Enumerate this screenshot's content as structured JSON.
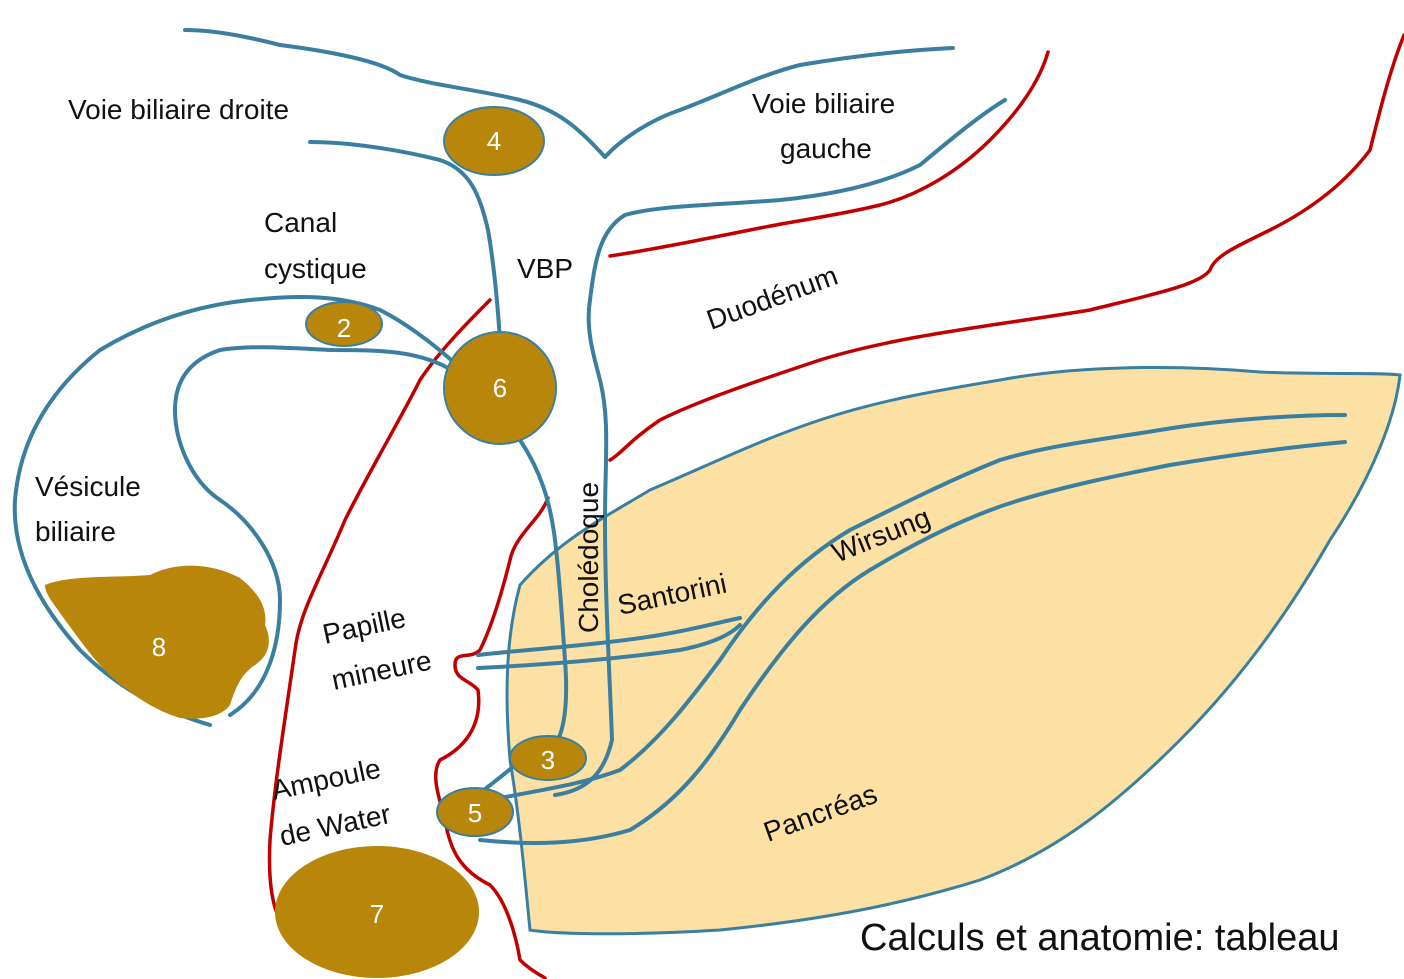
{
  "colors": {
    "duct": "#3a7fa0",
    "duodenum_wall": "#c00000",
    "pancreas_fill": "#fde1a4",
    "stone": "#b8860b",
    "stone_text": "#ffffff"
  },
  "labels": {
    "voie_droite": "Voie biliaire droite",
    "voie_gauche_1": "Voie biliaire",
    "voie_gauche_2": "gauche",
    "canal_1": "Canal",
    "canal_2": "cystique",
    "vbp": "VBP",
    "duodenum": "Duodénum",
    "vesicule_1": "Vésicule",
    "vesicule_2": "biliaire",
    "choledoque": "Cholédoque",
    "santorini": "Santorini",
    "wirsung": "Wirsung",
    "papille_1": "Papille",
    "papille_2": "mineure",
    "ampoule_1": "Ampoule",
    "ampoule_2": "de Water",
    "pancreas": "Pancréas"
  },
  "stones": {
    "s2": "2",
    "s3": "3",
    "s4": "4",
    "s5": "5",
    "s6": "6",
    "s7": "7",
    "s8": "8"
  },
  "caption": "Calculs et anatomie: tableau"
}
